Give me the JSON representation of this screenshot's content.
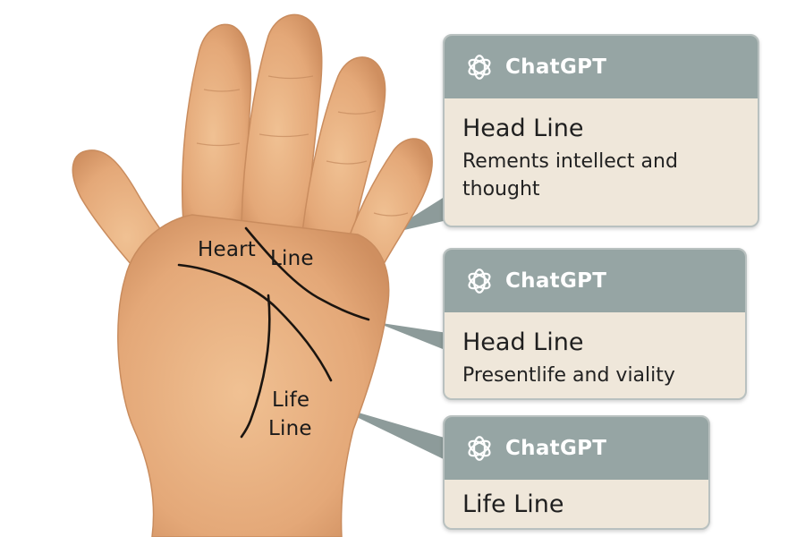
{
  "palm_labels": {
    "heart": "Heart",
    "line": "Line",
    "life_1": "Life",
    "life_2": "Line"
  },
  "cards": [
    {
      "brand": "ChatGPT",
      "title": "Head Line",
      "text": "Rements intellect and thought"
    },
    {
      "brand": "ChatGPT",
      "title": "Head Line",
      "text": "Presentlife and viality"
    },
    {
      "brand": "ChatGPT",
      "title": "Life Line",
      "text": ""
    }
  ],
  "colors": {
    "card_header": "#96a5a4",
    "card_body": "#efe7da",
    "skin": "#e2a878",
    "pointer": "#8d9b9a"
  },
  "icons": {
    "brand_logo": "chatgpt-logo-icon"
  }
}
